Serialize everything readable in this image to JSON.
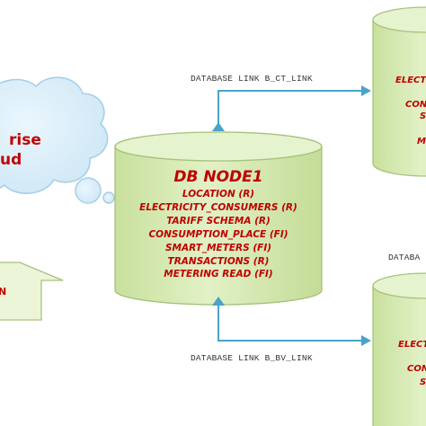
{
  "links": {
    "top": "DATABASE LINK B_CT_LINK",
    "bottom": "DATABASE LINK B_BV_LINK",
    "right_cut": "DATABA"
  },
  "center_node": {
    "title": "DB NODE1",
    "tables": [
      "LOCATION (R)",
      "ELECTRICITY_CONSUMERS (R)",
      "TARIFF SCHEMA (R)",
      "CONSUMPTION_PLACE (FI)",
      "SMART_METERS (FI)",
      "TRANSACTIONS (R)",
      "METERING READ (FI)"
    ]
  },
  "cloud": {
    "line1": "rise",
    "line2": "ud"
  },
  "left_box": {
    "text": "N"
  },
  "right_top_node": {
    "lines": [
      "ELECTRI",
      "CONS",
      "S",
      "ME"
    ]
  },
  "right_bottom_node": {
    "lines": [
      "ELECT",
      "CONS",
      "S"
    ]
  },
  "colors": {
    "cylinder_fill": "#d7ebb4",
    "cylinder_stroke": "#a6c27a",
    "text_red": "#c00000",
    "arrow": "#4aa3c8",
    "cloud_fill": "#d6ecf8",
    "cloud_stroke": "#a5cde6",
    "box_fill": "#ecf5d8"
  }
}
